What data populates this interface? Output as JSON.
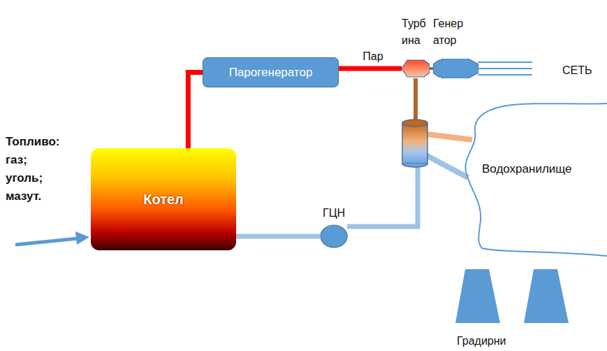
{
  "diagram": {
    "nodes": [
      {
        "text": [
          "Котел"
        ]
      },
      {
        "text": [
          "Парогенератор"
        ]
      },
      {
        "text": [
          "Турб ина"
        ]
      },
      {
        "text": [
          "Генер атор"
        ]
      },
      {
        "text": [
          "ГЦН"
        ]
      }
    ],
    "edges": [
      {
        "from": 0,
        "to": 1,
        "arrow": "none"
      },
      {
        "from": 1,
        "to": 2,
        "label": "Пар",
        "arrow": "none"
      },
      {
        "from": 2,
        "to": 3,
        "arrow": "none"
      },
      {
        "from": 0,
        "to": 4,
        "arrow": "none"
      }
    ],
    "labels": [
      "Топливо: газ; уголь; мазут.",
      "СЕТЬ",
      "Водохранилище",
      "Градирни"
    ]
  }
}
